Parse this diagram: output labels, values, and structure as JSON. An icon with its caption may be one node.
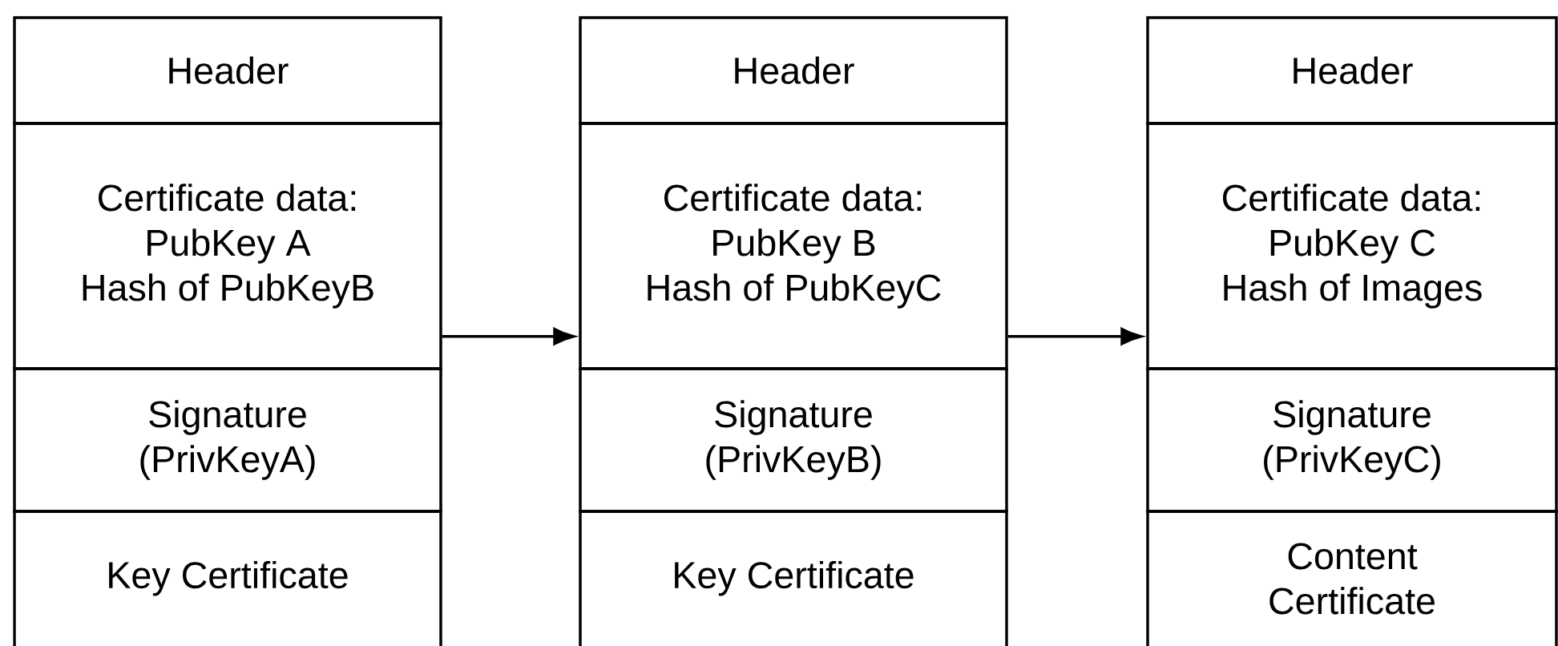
{
  "diagram": {
    "nodes": [
      {
        "text": [
          "Header"
        ]
      },
      {
        "text": [
          "Certificate data:",
          "PubKey A",
          "Hash of PubKeyB"
        ]
      },
      {
        "text": [
          "Signature (PrivKeyA)"
        ]
      },
      {
        "text": [
          "Key Certificate"
        ]
      },
      {
        "text": [
          "Header"
        ]
      },
      {
        "text": [
          "Certificate data:",
          "PubKey B",
          "Hash of PubKeyC"
        ]
      },
      {
        "text": [
          "Signature (PrivKeyB)"
        ]
      },
      {
        "text": [
          "Key Certificate"
        ]
      },
      {
        "text": [
          "Header"
        ]
      },
      {
        "text": [
          "Certificate data:",
          "PubKey C",
          "Hash of Images"
        ]
      },
      {
        "text": [
          "Signature (PrivKeyC)"
        ]
      },
      {
        "text": [
          "Content Certificate"
        ]
      }
    ],
    "edges": [
      {
        "from": 1,
        "to": 5,
        "arrow": "to"
      },
      {
        "from": 5,
        "to": 9,
        "arrow": "to"
      }
    ]
  }
}
